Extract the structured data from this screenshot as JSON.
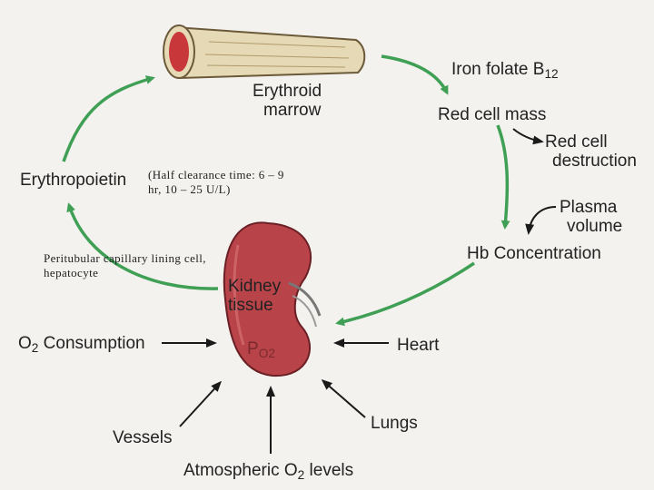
{
  "colors": {
    "cycle_arrow": "#3fa055",
    "input_arrow": "#1a1a1a",
    "bone": "#e6d9b5",
    "marrow": "#c8383a",
    "kidney": "#b8444a",
    "background": "#f4f2ee"
  },
  "icons": [
    "bone-icon",
    "kidney-icon"
  ],
  "labels": {
    "marrow_line1": "Erythroid",
    "marrow_line2": "marrow",
    "iron_folate": "Iron folate B",
    "b12_sub": "12",
    "red_cell_mass": "Red cell mass",
    "red_cell_line1": "Red cell",
    "red_cell_line2": "destruction",
    "plasma_line1": "Plasma",
    "plasma_line2": "volume",
    "hb_concentration": "Hb Concentration",
    "erythropoietin": "Erythropoietin",
    "kidney_line1": "Kidney",
    "kidney_line2": "tissue",
    "po2_p": "P",
    "po2_sub": "O2",
    "o2_consumption_prefix": "O",
    "o2_consumption_sub": "2",
    "o2_consumption_suffix": " Consumption",
    "heart": "Heart",
    "vessels": "Vessels",
    "lungs": "Lungs",
    "atmospheric_prefix": "Atmospheric O",
    "atmospheric_sub": "2",
    "atmospheric_suffix": " levels"
  },
  "notes": {
    "half_clearance": "(Half clearance time: 6 – 9 hr, 10 – 25 U/L)",
    "peritubular": "Peritubular capillary lining cell, hepatocyte"
  }
}
